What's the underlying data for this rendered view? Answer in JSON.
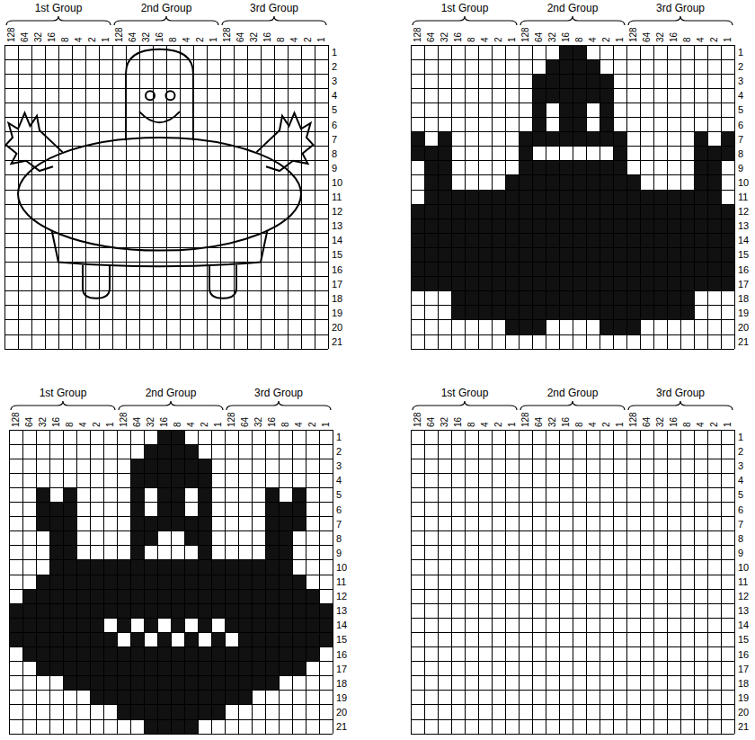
{
  "diagram": {
    "labels": [
      "1st Group",
      "2nd Group",
      "3rd Group",
      "128",
      "64",
      "32",
      "16",
      "8",
      "4",
      "2",
      "1",
      "128",
      "64",
      "32",
      "16",
      "8",
      "4",
      "2",
      "1",
      "128",
      "64",
      "32",
      "16",
      "8",
      "4",
      "2",
      "1",
      "1",
      "2",
      "3",
      "4",
      "5",
      "6",
      "7",
      "8",
      "9",
      "10",
      "11",
      "12",
      "13",
      "14",
      "15",
      "16",
      "17",
      "18",
      "19",
      "20",
      "21",
      "1st Group",
      "2nd Group",
      "3rd Group",
      "128",
      "64",
      "32",
      "16",
      "8",
      "4",
      "2",
      "1",
      "128",
      "64",
      "32",
      "16",
      "8",
      "4",
      "2",
      "1",
      "128",
      "64",
      "32",
      "16",
      "8",
      "4",
      "2",
      "1",
      "1",
      "2",
      "3",
      "4",
      "5",
      "6",
      "7",
      "8",
      "9",
      "10",
      "11",
      "12",
      "13",
      "14",
      "15",
      "16",
      "17",
      "18",
      "19",
      "20",
      "21",
      "1st Group",
      "2nd Group",
      "3rd Group",
      "128",
      "64",
      "32",
      "16",
      "8",
      "4",
      "2",
      "1",
      "128",
      "64",
      "32",
      "16",
      "8",
      "4",
      "2",
      "1",
      "128",
      "64",
      "32",
      "16",
      "8",
      "4",
      "2",
      "1",
      "1",
      "2",
      "3",
      "4",
      "5",
      "6",
      "7",
      "8",
      "9",
      "10",
      "11",
      "12",
      "13",
      "14",
      "15",
      "16",
      "17",
      "18",
      "19",
      "20",
      "21",
      "1st Group",
      "2nd Group",
      "3rd Group",
      "128",
      "64",
      "32",
      "16",
      "8",
      "4",
      "2",
      "1",
      "128",
      "64",
      "32",
      "16",
      "8",
      "4",
      "2",
      "1",
      "128",
      "64",
      "32",
      "16",
      "8",
      "4",
      "2",
      "1",
      "1",
      "2",
      "3",
      "4",
      "5",
      "6",
      "7",
      "8",
      "9",
      "10",
      "11",
      "12",
      "13",
      "14",
      "15",
      "16",
      "17",
      "18",
      "19",
      "20",
      "21"
    ]
  }
}
